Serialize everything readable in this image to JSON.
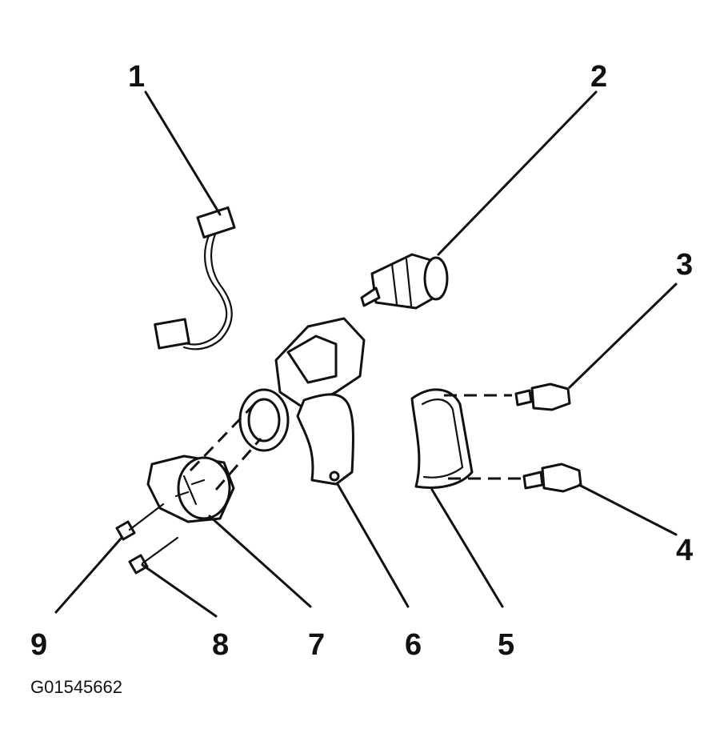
{
  "figure": {
    "id": "G01545662",
    "callouts": [
      "1",
      "2",
      "3",
      "4",
      "5",
      "6",
      "7",
      "8",
      "9"
    ]
  },
  "colors": {
    "ink": "#111111",
    "background": "#ffffff",
    "shade": "#d9d9d9"
  }
}
